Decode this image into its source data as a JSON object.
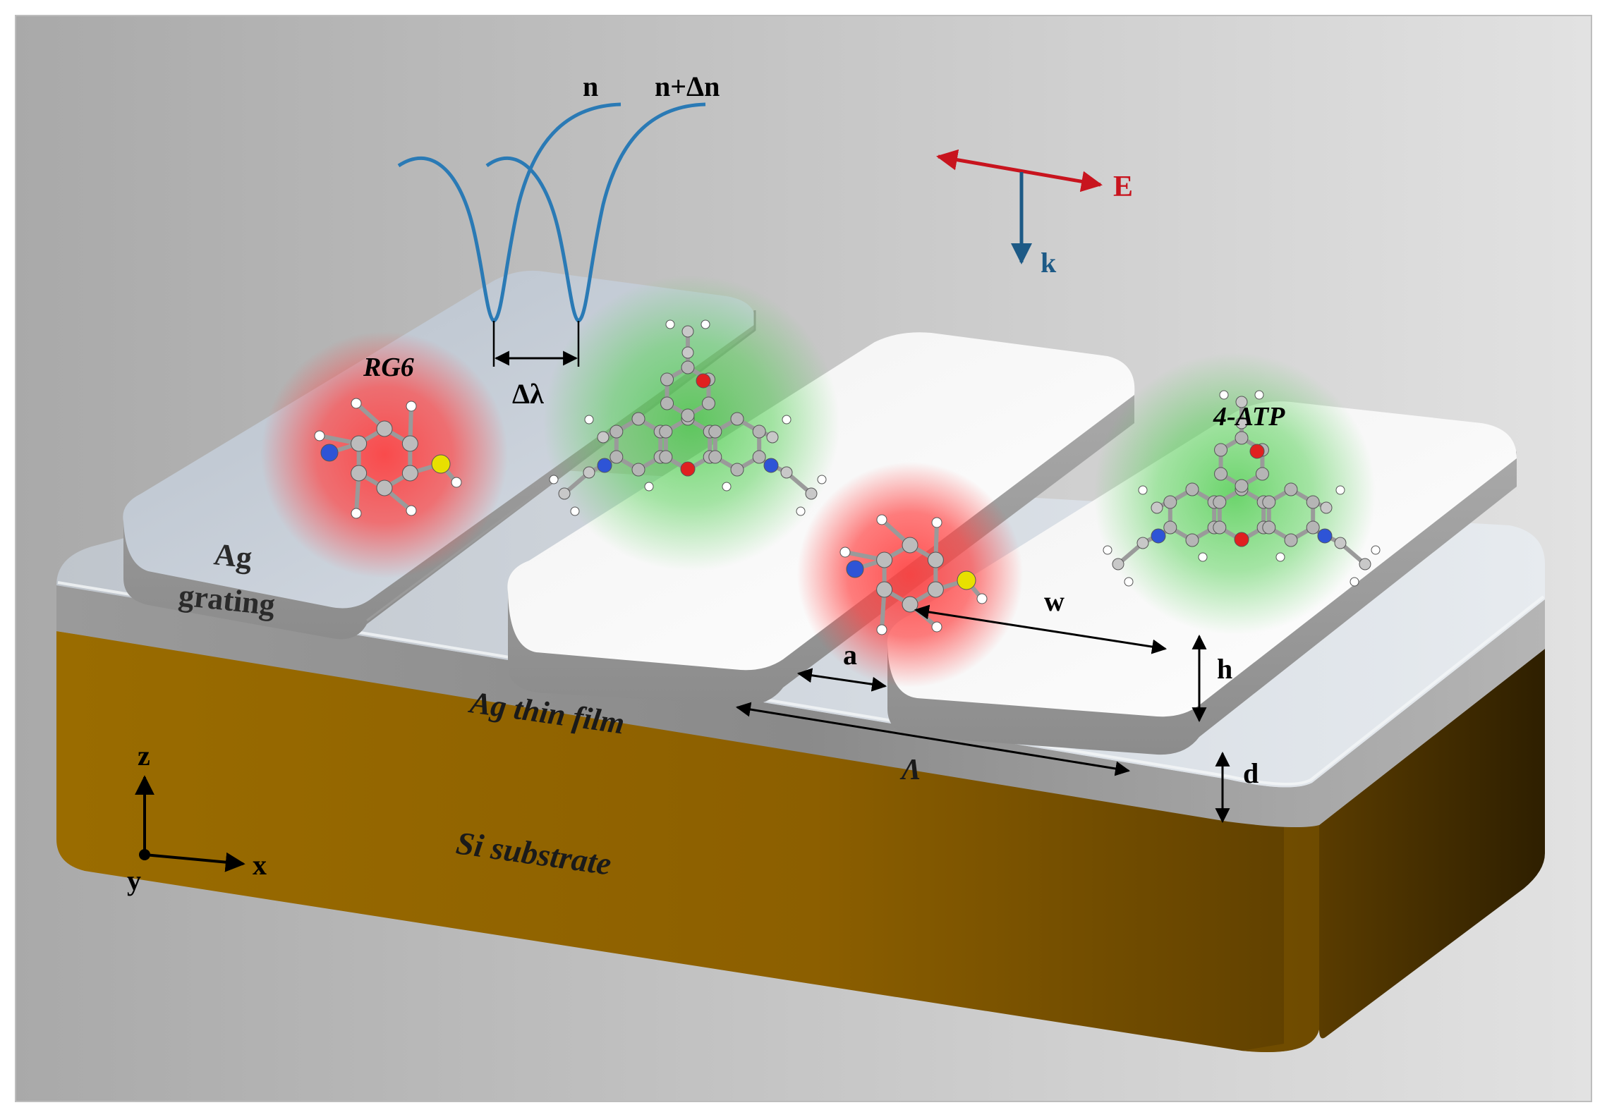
{
  "labels": {
    "spectrum_n": "n",
    "spectrum_n_dn": "n+Δn",
    "delta_lambda": "Δλ",
    "field_E": "E",
    "wavevector_k": "k",
    "molecule_rg6": "RG6",
    "molecule_4atp": "4-ATP",
    "grating_line1": "Ag",
    "grating_line2": "grating",
    "thin_film": "Ag thin film",
    "substrate": "Si substrate",
    "dim_w": "w",
    "dim_h": "h",
    "dim_a": "a",
    "dim_period": "Λ",
    "dim_d": "d",
    "axis_z": "z",
    "axis_y": "y",
    "axis_x": "x"
  },
  "colors": {
    "field_E": "#c8141e",
    "wavevector_k": "#1d5a86",
    "spectrum_curve": "#2a7ab5",
    "substrate": "#8f6200",
    "grating": "#cfd6e0",
    "glow_red": "#ff3c3c",
    "glow_green": "#3cc83c"
  },
  "icons": {
    "molecule_small": "aminothiophenol-molecule-icon",
    "molecule_large": "rhodamine-molecule-icon"
  }
}
